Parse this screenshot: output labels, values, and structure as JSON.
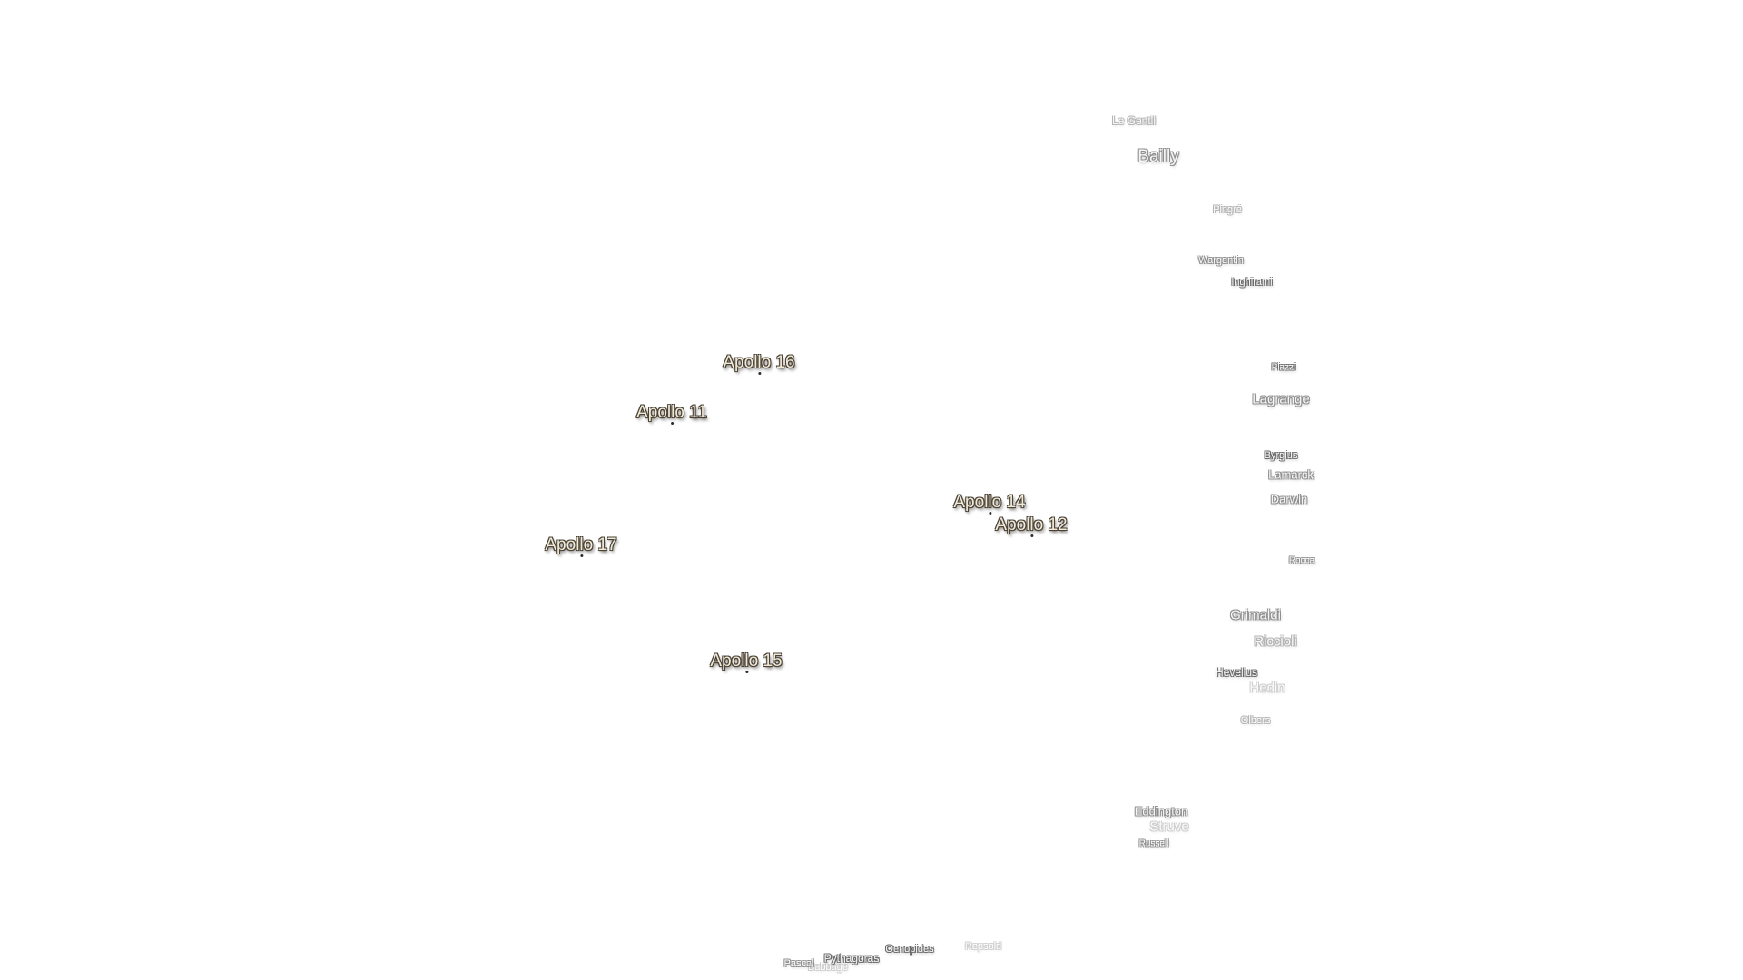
{
  "map": {
    "apollo_sites": [
      {
        "id": "apollo-16",
        "label": "Apollo 16"
      },
      {
        "id": "apollo-11",
        "label": "Apollo 11"
      },
      {
        "id": "apollo-14",
        "label": "Apollo 14"
      },
      {
        "id": "apollo-12",
        "label": "Apollo 12"
      },
      {
        "id": "apollo-17",
        "label": "Apollo 17"
      },
      {
        "id": "apollo-15",
        "label": "Apollo 15"
      }
    ],
    "craters": [
      {
        "id": "le-gentil",
        "label": "Le Gentil"
      },
      {
        "id": "bailly",
        "label": "Bailly"
      },
      {
        "id": "pingre",
        "label": "Pingré"
      },
      {
        "id": "wargentin",
        "label": "Wargentin"
      },
      {
        "id": "inghirami",
        "label": "Inghirami"
      },
      {
        "id": "piazzi",
        "label": "Piazzi"
      },
      {
        "id": "lagrange",
        "label": "Lagrange"
      },
      {
        "id": "byrgius",
        "label": "Byrgius"
      },
      {
        "id": "lamarck",
        "label": "Lamarck"
      },
      {
        "id": "darwin",
        "label": "Darwin"
      },
      {
        "id": "rocca",
        "label": "Rocca"
      },
      {
        "id": "grimaldi",
        "label": "Grimaldi"
      },
      {
        "id": "riccioli",
        "label": "Riccioli"
      },
      {
        "id": "hevelius",
        "label": "Hevelius"
      },
      {
        "id": "hedin",
        "label": "Hedin"
      },
      {
        "id": "olbers",
        "label": "Olbers"
      },
      {
        "id": "eddington",
        "label": "Eddington"
      },
      {
        "id": "struve",
        "label": "Struve"
      },
      {
        "id": "russell",
        "label": "Russell"
      },
      {
        "id": "repsold",
        "label": "Repsold"
      },
      {
        "id": "oenopides",
        "label": "Oenopides"
      },
      {
        "id": "pythagoras",
        "label": "Pythagoras"
      },
      {
        "id": "pascal",
        "label": "Pascal"
      },
      {
        "id": "babbage",
        "label": "Babbage"
      }
    ]
  }
}
